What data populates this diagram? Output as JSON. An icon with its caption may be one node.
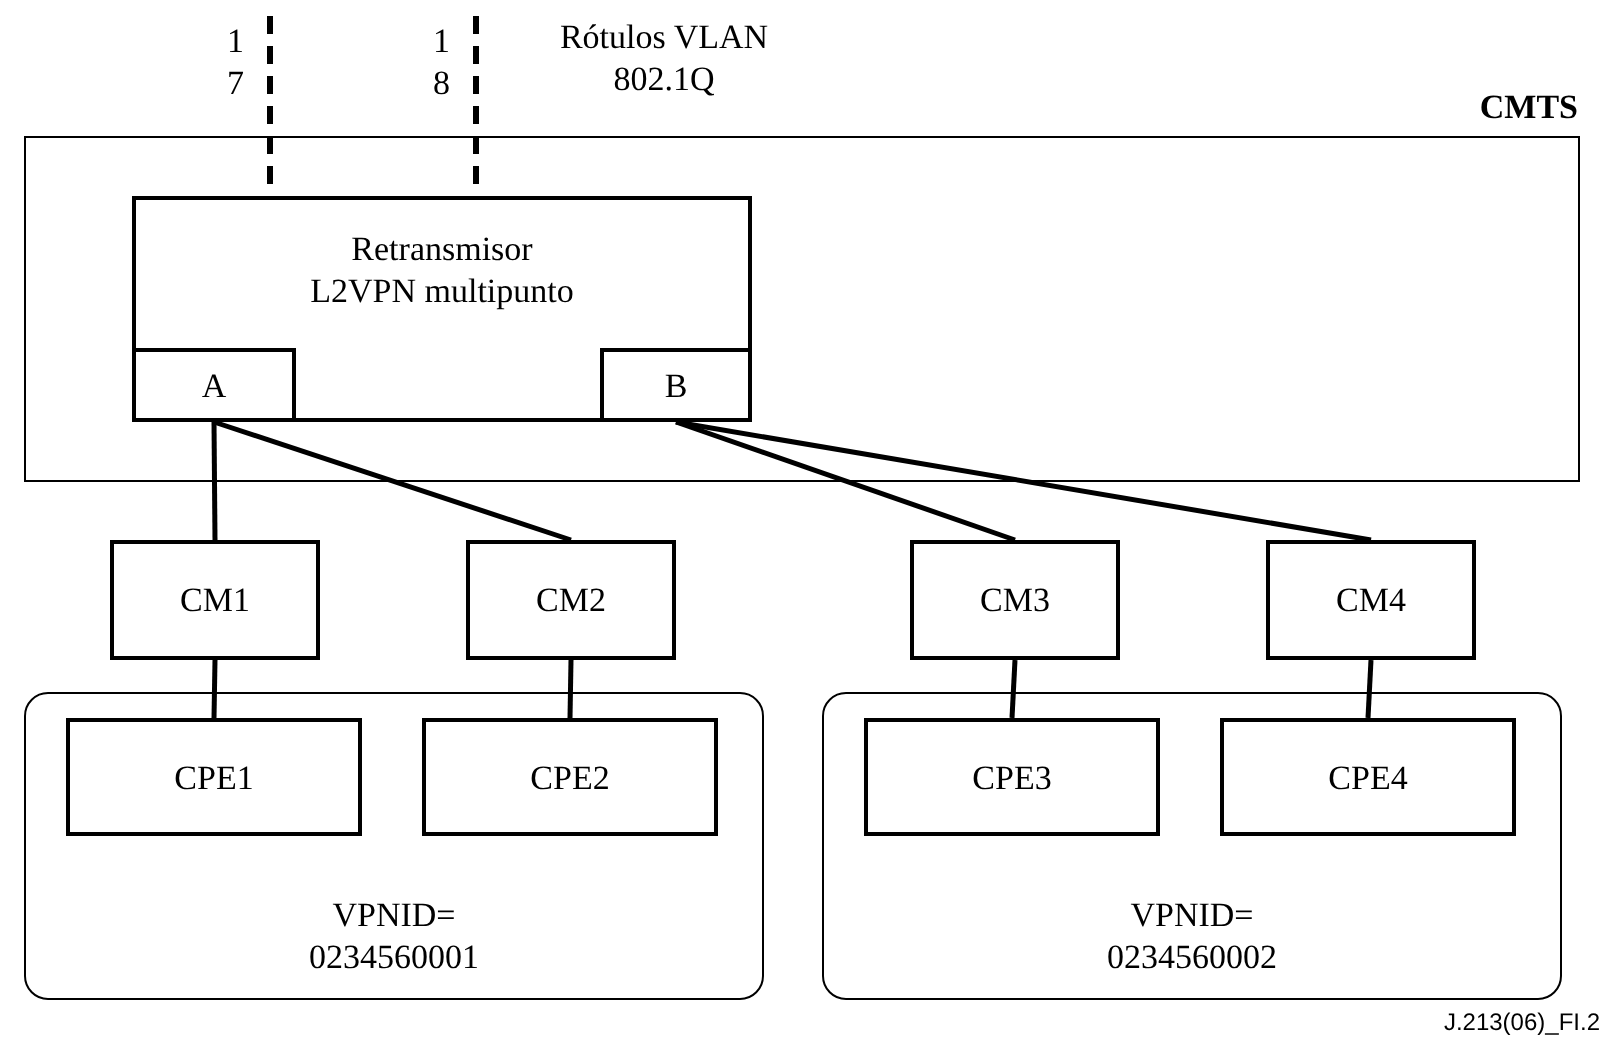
{
  "diagram": {
    "nodes": [
      {
        "text": [
          "CMTS"
        ]
      },
      {
        "text": [
          "Retransmisor L2VPN multipunto"
        ],
        "in": 0
      },
      {
        "text": [
          "A"
        ],
        "in": 1
      },
      {
        "text": [
          "B"
        ],
        "in": 1
      },
      {
        "text": [
          "CM1"
        ]
      },
      {
        "text": [
          "CM2"
        ]
      },
      {
        "text": [
          "CM3"
        ]
      },
      {
        "text": [
          "CM4"
        ]
      },
      {
        "text": [
          "VPNID= 0234560001"
        ]
      },
      {
        "text": [
          "CPE1"
        ],
        "in": 8
      },
      {
        "text": [
          "CPE2"
        ],
        "in": 8
      },
      {
        "text": [
          "VPNID= 0234560002"
        ]
      },
      {
        "text": [
          "CPE3"
        ],
        "in": 11
      },
      {
        "text": [
          "CPE4"
        ],
        "in": 11
      }
    ],
    "edges": [
      {
        "from": null,
        "to": 1,
        "arrow": "none",
        "style": "dashed",
        "label": "1 7"
      },
      {
        "from": null,
        "to": 1,
        "arrow": "none",
        "style": "dashed",
        "label": "1 8"
      },
      {
        "from": 2,
        "to": 4,
        "arrow": "none"
      },
      {
        "from": 2,
        "to": 5,
        "arrow": "none"
      },
      {
        "from": 3,
        "to": 6,
        "arrow": "none"
      },
      {
        "from": 3,
        "to": 7,
        "arrow": "none"
      },
      {
        "from": 4,
        "to": 9,
        "arrow": "none"
      },
      {
        "from": 5,
        "to": 10,
        "arrow": "none"
      },
      {
        "from": 6,
        "to": 12,
        "arrow": "none"
      },
      {
        "from": 7,
        "to": 13,
        "arrow": "none"
      }
    ],
    "labels": [
      "Rótulos VLAN 802.1Q",
      "J.213(06)_FI.2"
    ]
  }
}
